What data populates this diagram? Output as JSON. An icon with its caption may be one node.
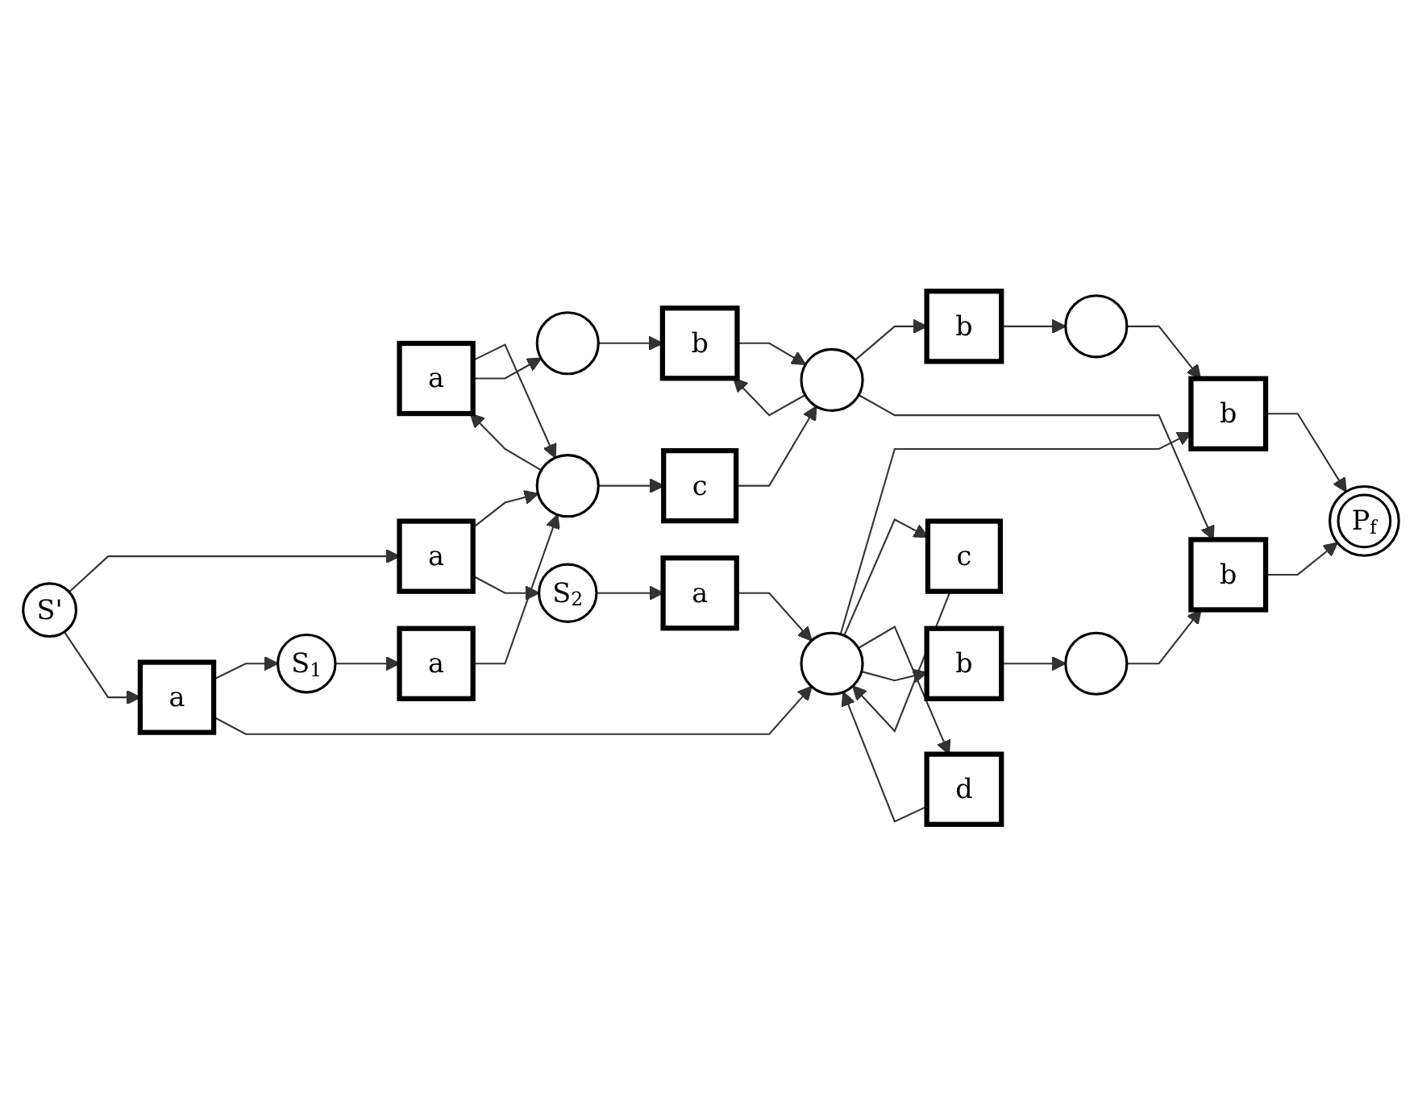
{
  "diagram": {
    "nodes": [
      {
        "text": [],
        "shape": "circle"
      },
      {
        "text": [
          "a"
        ]
      },
      {
        "text": [
          "b"
        ]
      },
      {
        "text": [
          "S$_{1}$"
        ]
      },
      {
        "text": [
          "a"
        ]
      },
      {
        "text": [],
        "shape": "circle"
      },
      {
        "text": [
          "c"
        ]
      },
      {
        "text": [],
        "shape": "circle"
      },
      {
        "text": [
          "b"
        ]
      },
      {
        "text": [],
        "shape": "circle"
      },
      {
        "text": [
          "a"
        ]
      },
      {
        "text": [
          "b"
        ]
      },
      {
        "text": [
          "S'"
        ]
      },
      {
        "text": [
          "P$_{f}$"
        ]
      },
      {
        "text": [
          "a"
        ]
      },
      {
        "text": [
          "b"
        ]
      },
      {
        "text": [
          "c"
        ]
      },
      {
        "text": [
          "S$_{2}$"
        ]
      },
      {
        "text": [
          "a"
        ]
      },
      {
        "text": [],
        "shape": "circle"
      },
      {
        "text": [
          "b"
        ]
      },
      {
        "text": [],
        "shape": "circle"
      },
      {
        "text": [
          "d"
        ]
      }
    ],
    "edges": [
      {
        "from": 12,
        "to": 10,
        "arrow": "to"
      },
      {
        "from": 12,
        "to": 14,
        "arrow": "to"
      },
      {
        "from": 10,
        "to": 5,
        "arrow": "to"
      },
      {
        "from": 10,
        "to": 17,
        "arrow": "to"
      },
      {
        "from": 14,
        "to": 3,
        "arrow": "to"
      },
      {
        "from": 14,
        "to": 19,
        "arrow": "to"
      },
      {
        "from": 3,
        "to": 4,
        "arrow": "to"
      },
      {
        "from": 4,
        "to": 5,
        "arrow": "to"
      },
      {
        "from": 5,
        "to": 1,
        "arrow": "to"
      },
      {
        "from": 1,
        "to": 5,
        "arrow": "to"
      },
      {
        "from": 1,
        "to": 0,
        "arrow": "to"
      },
      {
        "from": 0,
        "to": 2,
        "arrow": "to"
      },
      {
        "from": 7,
        "to": 2,
        "arrow": "to"
      },
      {
        "from": 2,
        "to": 7,
        "arrow": "to"
      },
      {
        "from": 5,
        "to": 6,
        "arrow": "to"
      },
      {
        "from": 6,
        "to": 7,
        "arrow": "to"
      },
      {
        "from": 7,
        "to": 8,
        "arrow": "to"
      },
      {
        "from": 8,
        "to": 9,
        "arrow": "to"
      },
      {
        "from": 7,
        "to": 11,
        "arrow": "to"
      },
      {
        "from": 21,
        "to": 11,
        "arrow": "to"
      },
      {
        "from": 11,
        "to": 13,
        "arrow": "to"
      },
      {
        "from": 9,
        "to": 15,
        "arrow": "to"
      },
      {
        "from": 19,
        "to": 15,
        "arrow": "to"
      },
      {
        "from": 15,
        "to": 13,
        "arrow": "to"
      },
      {
        "from": 17,
        "to": 18,
        "arrow": "to"
      },
      {
        "from": 18,
        "to": 19,
        "arrow": "to"
      },
      {
        "from": 19,
        "to": 16,
        "arrow": "to"
      },
      {
        "from": 16,
        "to": 19,
        "arrow": "to"
      },
      {
        "from": 22,
        "to": 19,
        "arrow": "to"
      },
      {
        "from": 19,
        "to": 22,
        "arrow": "to"
      },
      {
        "from": 19,
        "to": 20,
        "arrow": "to"
      },
      {
        "from": 20,
        "to": 21,
        "arrow": "to"
      }
    ]
  }
}
